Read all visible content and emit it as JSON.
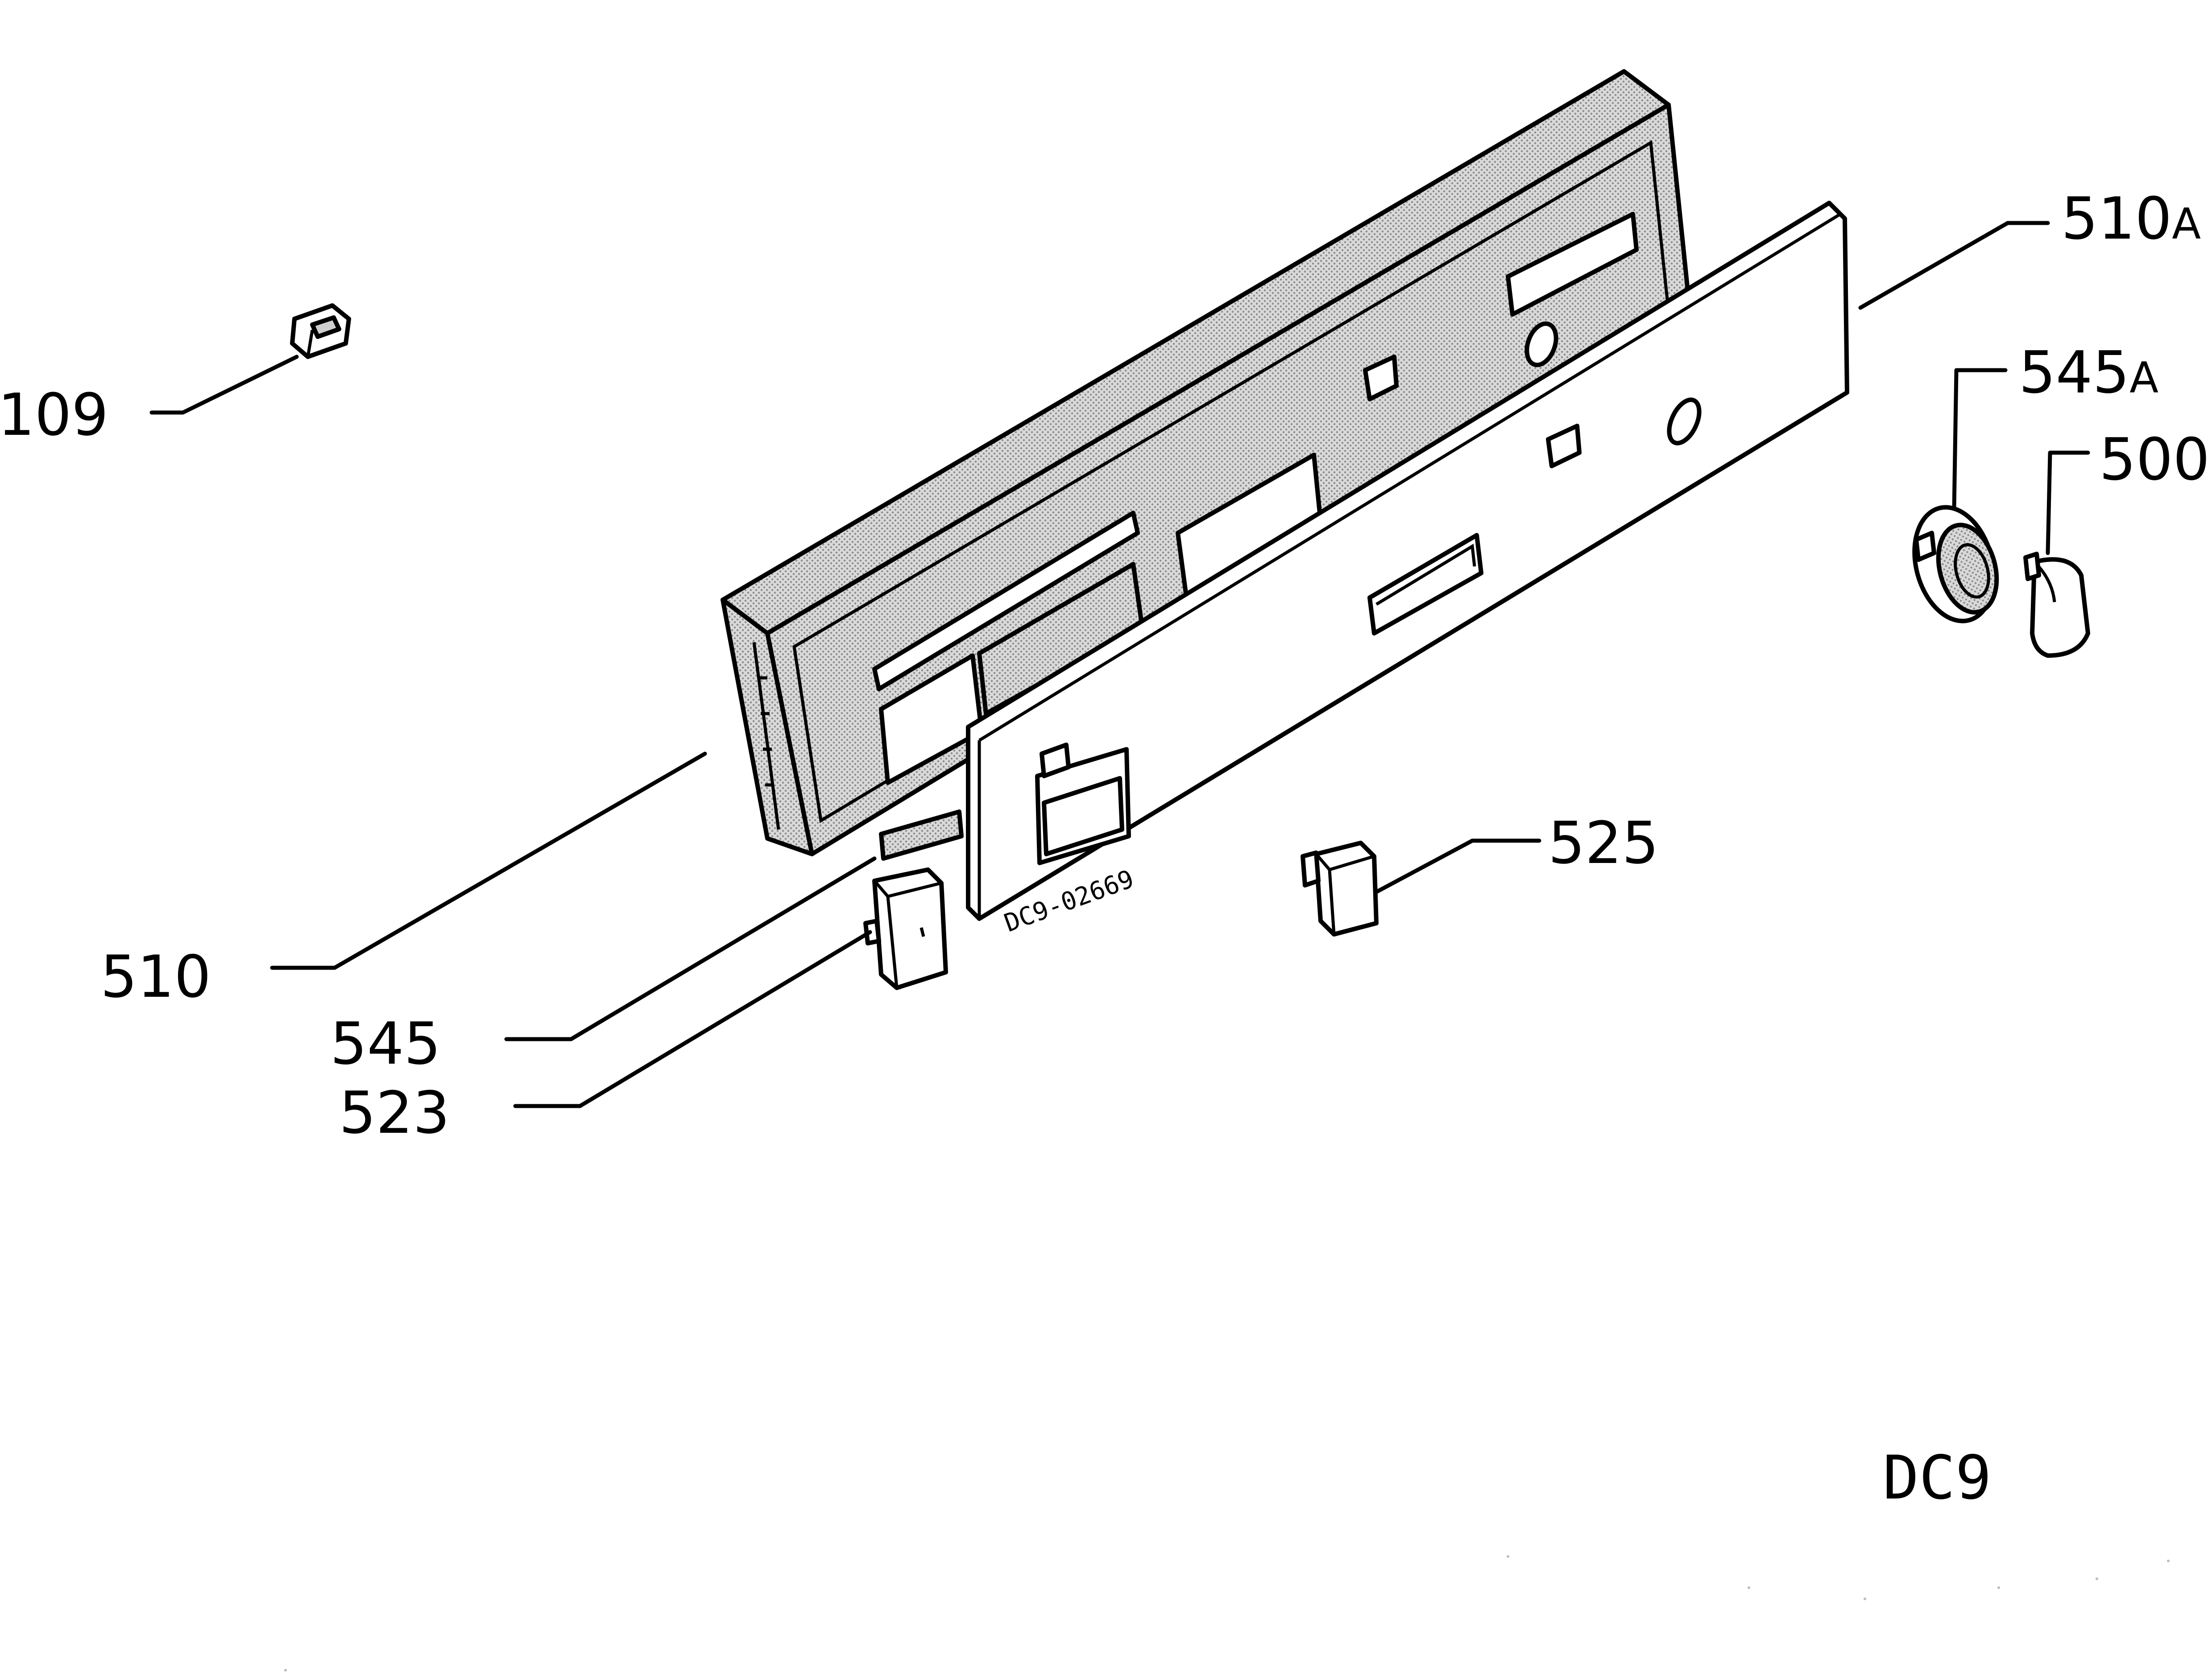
{
  "parts": [
    {
      "id": "109",
      "label": "109"
    },
    {
      "id": "510A",
      "label": "510",
      "suffix": "A"
    },
    {
      "id": "545A",
      "label": "545",
      "suffix": "A"
    },
    {
      "id": "500",
      "label": "500"
    },
    {
      "id": "525",
      "label": "525"
    },
    {
      "id": "510",
      "label": "510"
    },
    {
      "id": "545",
      "label": "545"
    },
    {
      "id": "523",
      "label": "523"
    }
  ],
  "stamp": "DC9-02669",
  "diagram_code": "DC9",
  "colors": {
    "line": "#000000",
    "background": "#ffffff",
    "shade": "#cfcfcf"
  }
}
